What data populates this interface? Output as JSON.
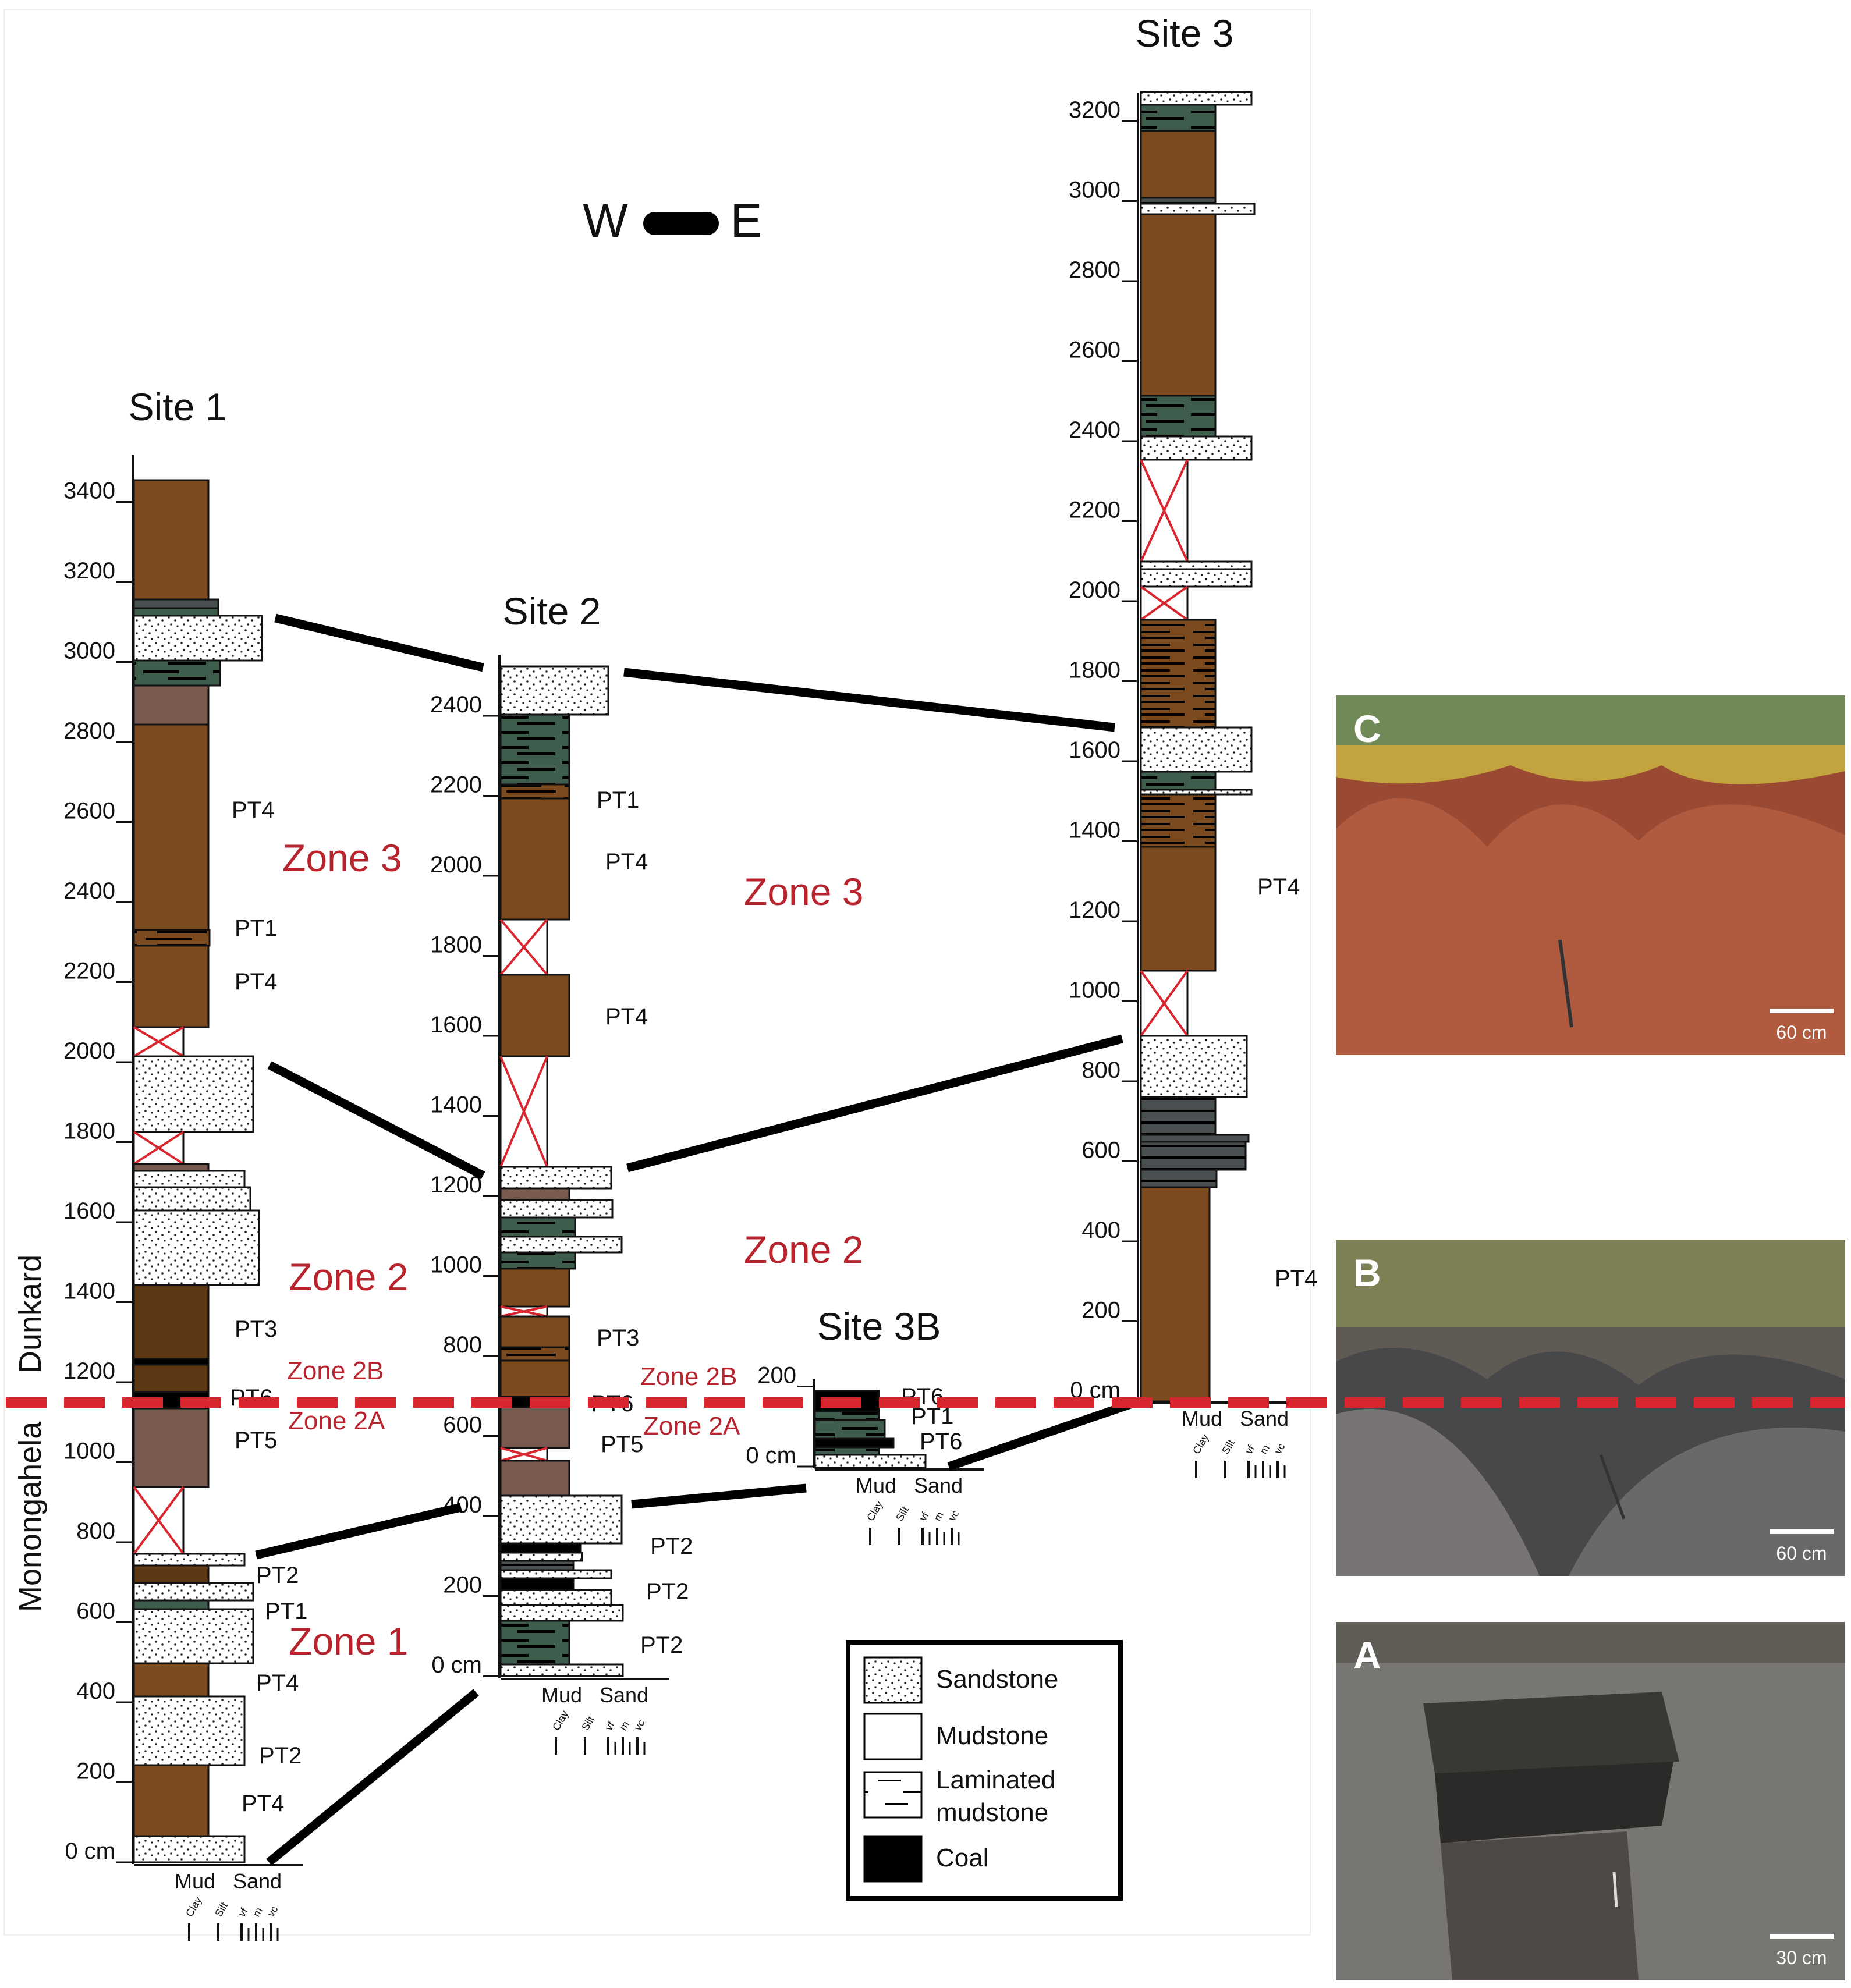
{
  "colors": {
    "paleosol": "#7b4b1f",
    "paleosol_dark": "#5e3714",
    "paleosol_pink": "#7a5a50",
    "green_gray": "#3f5d4d",
    "dark_gray": "#4a4f52",
    "coal": "#000000",
    "zone_text": "#b8242e",
    "dash_line": "#d9262e",
    "cover_x": "#d9262e"
  },
  "compass": {
    "west": "W",
    "east": "E"
  },
  "grain_axis": {
    "mud": "Mud",
    "sand": "Sand",
    "ticks": [
      "Clay",
      "Silt",
      "vf",
      "m",
      "vc"
    ]
  },
  "formations": {
    "upper": "Dunkard",
    "lower": "Monongahela"
  },
  "site1": {
    "title": "Site 1",
    "axis": [
      "0 cm",
      "200",
      "400",
      "600",
      "800",
      "1000",
      "1200",
      "1400",
      "1600",
      "1800",
      "2000",
      "2200",
      "2400",
      "2600",
      "2800",
      "3000",
      "3200",
      "3400"
    ],
    "labels": [
      "PT4",
      "PT1",
      "PT4",
      "PT3",
      "PT6",
      "PT5",
      "PT2",
      "PT1",
      "PT4",
      "PT2",
      "PT4"
    ],
    "zones": [
      "Zone 3",
      "Zone 2",
      "Zone 2B",
      "Zone 2A",
      "Zone 1"
    ]
  },
  "site2": {
    "title": "Site 2",
    "axis": [
      "0 cm",
      "200",
      "400",
      "600",
      "800",
      "1000",
      "1200",
      "1400",
      "1600",
      "1800",
      "2000",
      "2200",
      "2400"
    ],
    "labels": [
      "PT1",
      "PT4",
      "PT4",
      "PT3",
      "PT6",
      "PT5",
      "PT2",
      "PT2",
      "PT2"
    ],
    "zones": [
      "Zone 3",
      "Zone 2",
      "Zone 2B",
      "Zone 2A"
    ]
  },
  "site3b": {
    "title": "Site 3B",
    "axis": [
      "0 cm",
      "200"
    ],
    "labels": [
      "PT6",
      "PT1",
      "PT6"
    ]
  },
  "site3": {
    "title": "Site 3",
    "axis": [
      "0 cm",
      "200",
      "400",
      "600",
      "800",
      "1000",
      "1200",
      "1400",
      "1600",
      "1800",
      "2000",
      "2200",
      "2400",
      "2600",
      "2800",
      "3000",
      "3200"
    ],
    "labels": [
      "PT4",
      "PT4"
    ]
  },
  "legend": {
    "items": [
      "Sandstone",
      "Mudstone",
      "Laminated mudstone",
      "Coal"
    ],
    "laminated_line1": "Laminated",
    "laminated_line2": "mudstone"
  },
  "photos": [
    {
      "letter": "C",
      "scale": "60 cm"
    },
    {
      "letter": "B",
      "scale": "60 cm"
    },
    {
      "letter": "A",
      "scale": "30 cm"
    }
  ]
}
